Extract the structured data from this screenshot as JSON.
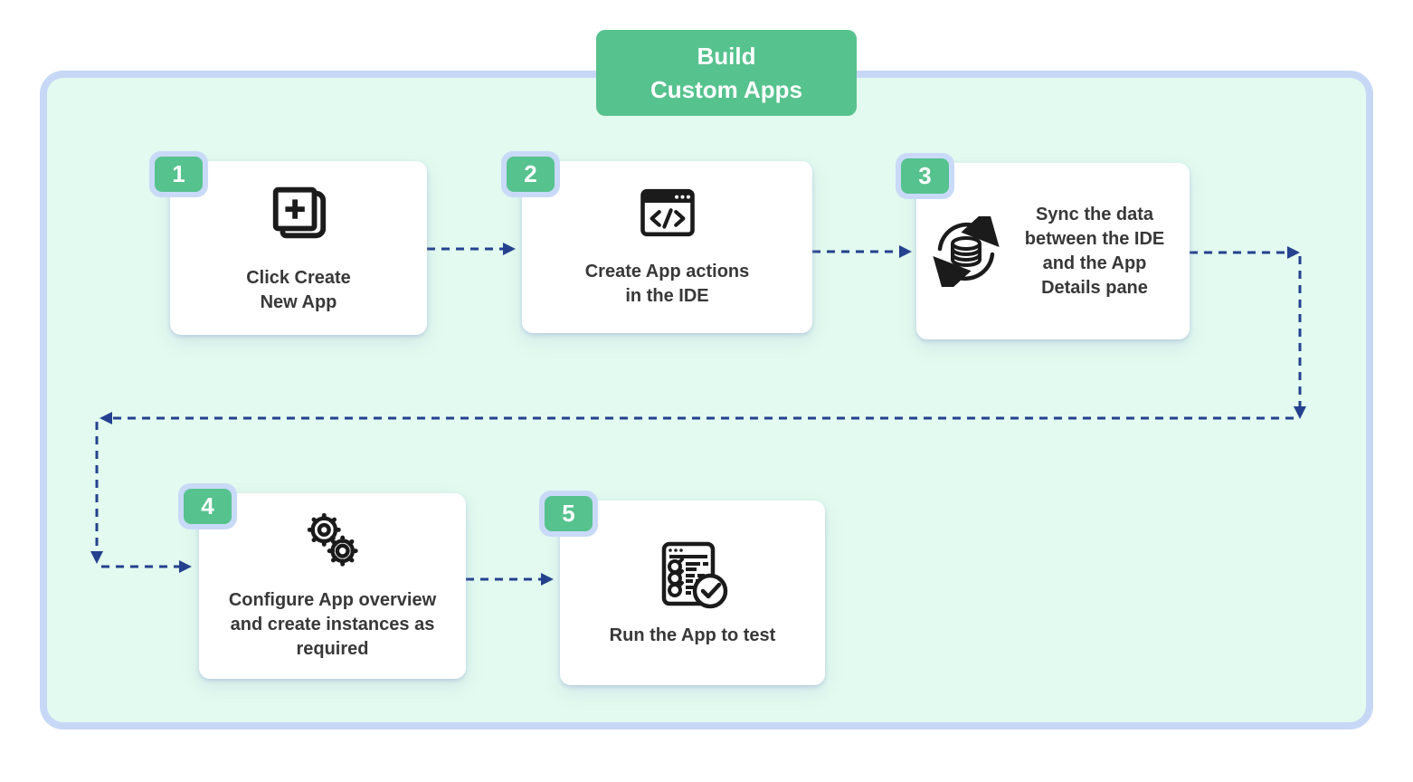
{
  "diagram": {
    "title": "Build\nCustom Apps"
  },
  "steps": [
    {
      "number": "1",
      "label": "Click Create\nNew App",
      "icon": "new-app-icon"
    },
    {
      "number": "2",
      "label": "Create App actions\nin the IDE",
      "icon": "code-window-icon"
    },
    {
      "number": "3",
      "label": "Sync the data\nbetween the IDE\nand the App\nDetails pane",
      "icon": "sync-database-icon"
    },
    {
      "number": "4",
      "label": "Configure App overview\nand create instances as\nrequired",
      "icon": "gears-icon"
    },
    {
      "number": "5",
      "label": "Run the App to test",
      "icon": "checklist-check-icon"
    }
  ],
  "colors": {
    "accent_green": "#56C28E",
    "halo_blue": "#C9DAF8",
    "container_border": "#C7D8F7",
    "canvas_mint": "#E2FAEF",
    "arrow_navy": "#24418F",
    "text_dark": "#383838",
    "card_white": "#FFFFFF",
    "icon_black": "#1B1B1B"
  }
}
